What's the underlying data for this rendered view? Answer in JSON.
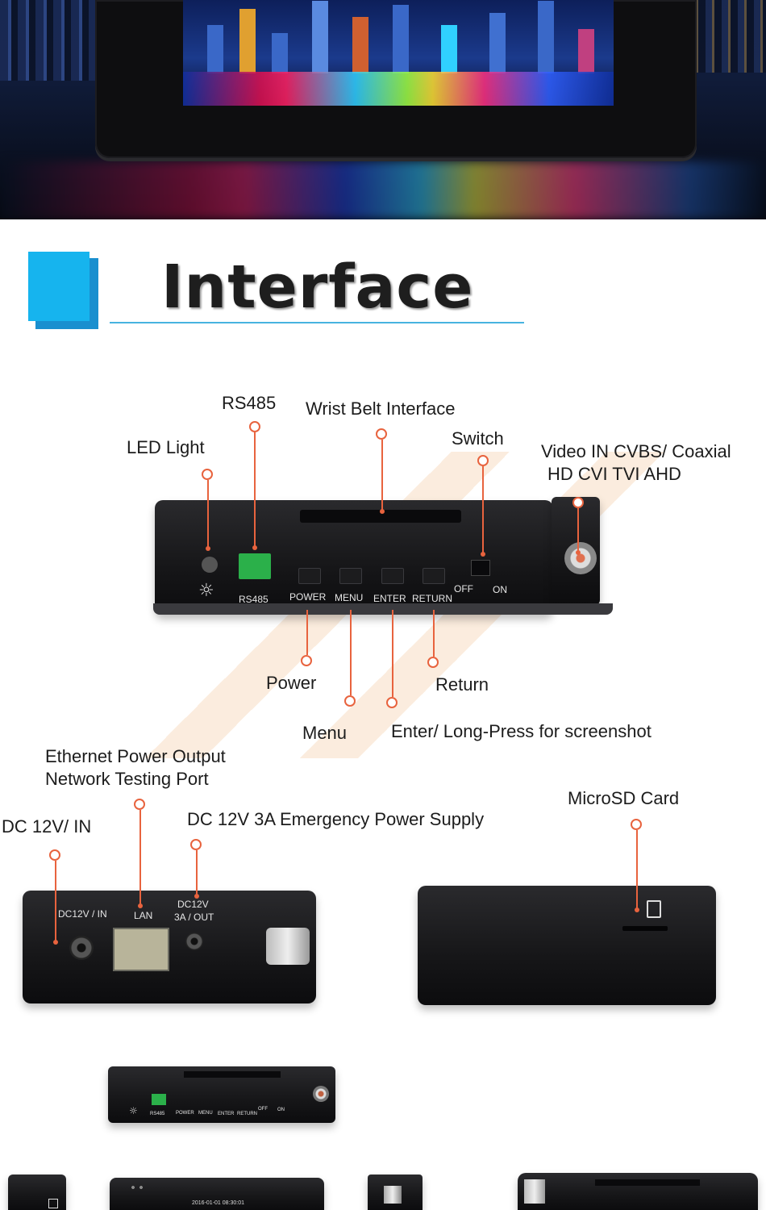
{
  "heading": {
    "title": "Interface"
  },
  "callouts": {
    "rs485": "RS485",
    "wrist_belt": "Wrist Belt Interface",
    "led_light": "LED Light",
    "switch": "Switch",
    "video_in_line1": "Video IN  CVBS/ Coaxial",
    "video_in_line2": "HD CVI TVI AHD",
    "power": "Power",
    "return": "Return",
    "menu": "Menu",
    "enter": "Enter/ Long-Press for screenshot",
    "ethernet_line1": "Ethernet Power Output",
    "ethernet_line2": "Network Testing Port",
    "dc_in": "DC 12V/ IN",
    "emergency": "DC 12V 3A Emergency Power Supply",
    "microsd": "MicroSD Card"
  },
  "top_panel_print": {
    "rs485": "RS485",
    "power": "POWER",
    "menu": "MENU",
    "enter": "ENTER",
    "return": "RETURN",
    "off": "OFF",
    "on": "ON"
  },
  "side_panel_print": {
    "dc_in": "DC12V / IN",
    "lan": "LAN",
    "dc_out_line1": "DC12V",
    "dc_out_line2": "3A / OUT"
  },
  "small_panel_print": {
    "rs485": "RS485",
    "power": "POWER",
    "menu": "MENU",
    "enter": "ENTER",
    "return": "RETURN",
    "off": "OFF",
    "on": "ON"
  },
  "screen_status": {
    "datetime": "2016-01-01 08:30:01"
  },
  "colors": {
    "accent_blue": "#16b4ee",
    "callout_orange": "#e8633e"
  }
}
